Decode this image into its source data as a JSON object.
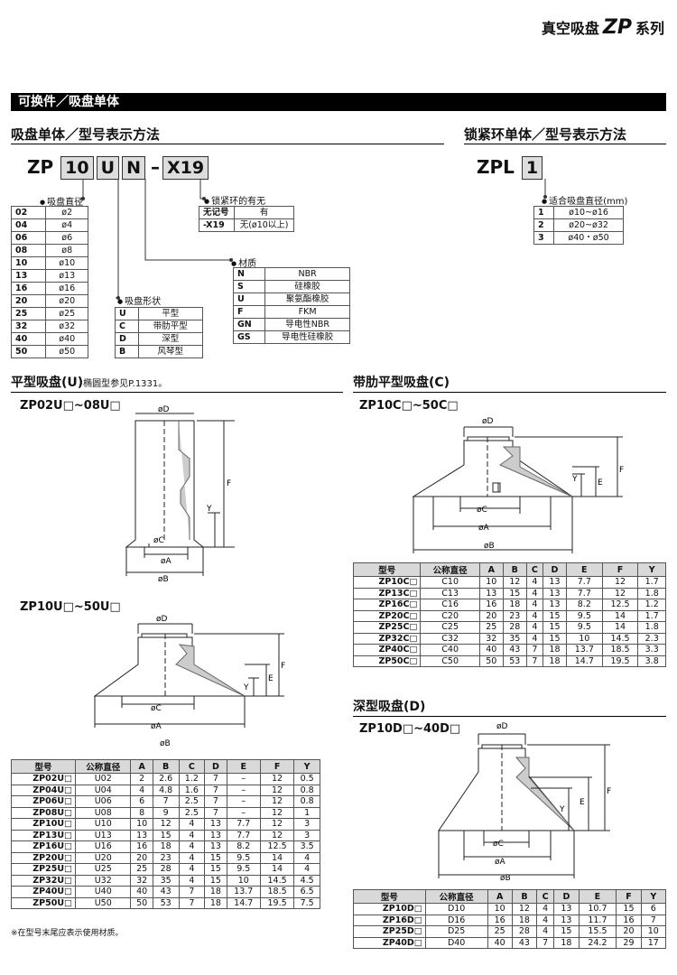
{
  "header": {
    "category": "真空吸盘",
    "series_code": "ZP",
    "series_suffix": "系列"
  },
  "section_bar": "可换件／吸盘单体",
  "left_heading": "吸盘单体／型号表示方法",
  "right_heading": "锁紧环单体／型号表示方法",
  "model_code": {
    "prefix": "ZP",
    "size": "10",
    "shape": "U",
    "material": "N",
    "dash": "–",
    "option": "X19"
  },
  "diameter_table": {
    "label": "吸盘直径",
    "rows": [
      [
        "02",
        "ø2"
      ],
      [
        "04",
        "ø4"
      ],
      [
        "06",
        "ø6"
      ],
      [
        "08",
        "ø8"
      ],
      [
        "10",
        "ø10"
      ],
      [
        "13",
        "ø13"
      ],
      [
        "16",
        "ø16"
      ],
      [
        "20",
        "ø20"
      ],
      [
        "25",
        "ø25"
      ],
      [
        "32",
        "ø32"
      ],
      [
        "40",
        "ø40"
      ],
      [
        "50",
        "ø50"
      ]
    ]
  },
  "shape_table": {
    "label": "吸盘形状",
    "rows": [
      [
        "U",
        "平型"
      ],
      [
        "C",
        "带肋平型"
      ],
      [
        "D",
        "深型"
      ],
      [
        "B",
        "风琴型"
      ]
    ]
  },
  "material_table": {
    "label": "材质",
    "rows": [
      [
        "N",
        "NBR"
      ],
      [
        "S",
        "硅橡胶"
      ],
      [
        "U",
        "聚氨酯橡胶"
      ],
      [
        "F",
        "FKM"
      ],
      [
        "GN",
        "导电性NBR"
      ],
      [
        "GS",
        "导电性硅橡胶"
      ]
    ]
  },
  "ring_table": {
    "label": "锁紧环的有无",
    "rows": [
      [
        "无记号",
        "有"
      ],
      [
        "-X19",
        "无(ø10以上)"
      ]
    ]
  },
  "lock_code": {
    "prefix": "ZPL",
    "size": "1"
  },
  "lock_table": {
    "label": "适合吸盘直径(mm)",
    "rows": [
      [
        "1",
        "ø10~ø16"
      ],
      [
        "2",
        "ø20~ø32"
      ],
      [
        "3",
        "ø40・ø50"
      ]
    ]
  },
  "flat": {
    "title": "平型吸盘(U)",
    "note": "椭圆型参见P.1331。",
    "model_small": "ZP02U□~08U□",
    "model_large": "ZP10U□~50U□"
  },
  "ribbed": {
    "title": "带肋平型吸盘(C)",
    "model": "ZP10C□~50C□"
  },
  "deep": {
    "title": "深型吸盘(D)",
    "model": "ZP10D□~40D□"
  },
  "dim_labels": {
    "D": "øD",
    "C": "øC",
    "A": "øA",
    "B": "øB",
    "E": "E",
    "F": "F",
    "Y": "Y"
  },
  "spec_headers": [
    "型号",
    "公称直径",
    "A",
    "B",
    "C",
    "D",
    "E",
    "F",
    "Y"
  ],
  "spec_u": [
    [
      "ZP02U□",
      "U02",
      "2",
      "2.6",
      "1.2",
      "7",
      "–",
      "12",
      "0.5"
    ],
    [
      "ZP04U□",
      "U04",
      "4",
      "4.8",
      "1.6",
      "7",
      "–",
      "12",
      "0.8"
    ],
    [
      "ZP06U□",
      "U06",
      "6",
      "7",
      "2.5",
      "7",
      "–",
      "12",
      "0.8"
    ],
    [
      "ZP08U□",
      "U08",
      "8",
      "9",
      "2.5",
      "7",
      "–",
      "12",
      "1"
    ],
    [
      "ZP10U□",
      "U10",
      "10",
      "12",
      "4",
      "13",
      "7.7",
      "12",
      "3"
    ],
    [
      "ZP13U□",
      "U13",
      "13",
      "15",
      "4",
      "13",
      "7.7",
      "12",
      "3"
    ],
    [
      "ZP16U□",
      "U16",
      "16",
      "18",
      "4",
      "13",
      "8.2",
      "12.5",
      "3.5"
    ],
    [
      "ZP20U□",
      "U20",
      "20",
      "23",
      "4",
      "15",
      "9.5",
      "14",
      "4"
    ],
    [
      "ZP25U□",
      "U25",
      "25",
      "28",
      "4",
      "15",
      "9.5",
      "14",
      "4"
    ],
    [
      "ZP32U□",
      "U32",
      "32",
      "35",
      "4",
      "15",
      "10",
      "14.5",
      "4.5"
    ],
    [
      "ZP40U□",
      "U40",
      "40",
      "43",
      "7",
      "18",
      "13.7",
      "18.5",
      "6.5"
    ],
    [
      "ZP50U□",
      "U50",
      "50",
      "53",
      "7",
      "18",
      "14.7",
      "19.5",
      "7.5"
    ]
  ],
  "spec_c": [
    [
      "ZP10C□",
      "C10",
      "10",
      "12",
      "4",
      "13",
      "7.7",
      "12",
      "1.7"
    ],
    [
      "ZP13C□",
      "C13",
      "13",
      "15",
      "4",
      "13",
      "7.7",
      "12",
      "1.8"
    ],
    [
      "ZP16C□",
      "C16",
      "16",
      "18",
      "4",
      "13",
      "8.2",
      "12.5",
      "1.2"
    ],
    [
      "ZP20C□",
      "C20",
      "20",
      "23",
      "4",
      "15",
      "9.5",
      "14",
      "1.7"
    ],
    [
      "ZP25C□",
      "C25",
      "25",
      "28",
      "4",
      "15",
      "9.5",
      "14",
      "1.8"
    ],
    [
      "ZP32C□",
      "C32",
      "32",
      "35",
      "4",
      "15",
      "10",
      "14.5",
      "2.3"
    ],
    [
      "ZP40C□",
      "C40",
      "40",
      "43",
      "7",
      "18",
      "13.7",
      "18.5",
      "3.3"
    ],
    [
      "ZP50C□",
      "C50",
      "50",
      "53",
      "7",
      "18",
      "14.7",
      "19.5",
      "3.8"
    ]
  ],
  "spec_d": [
    [
      "ZP10D□",
      "D10",
      "10",
      "12",
      "4",
      "13",
      "10.7",
      "15",
      "6"
    ],
    [
      "ZP16D□",
      "D16",
      "16",
      "18",
      "4",
      "13",
      "11.7",
      "16",
      "7"
    ],
    [
      "ZP25D□",
      "D25",
      "25",
      "28",
      "4",
      "15",
      "15.5",
      "20",
      "10"
    ],
    [
      "ZP40D□",
      "D40",
      "40",
      "43",
      "7",
      "18",
      "24.2",
      "29",
      "17"
    ]
  ],
  "footnote": "※在型号末尾应表示使用材质。"
}
